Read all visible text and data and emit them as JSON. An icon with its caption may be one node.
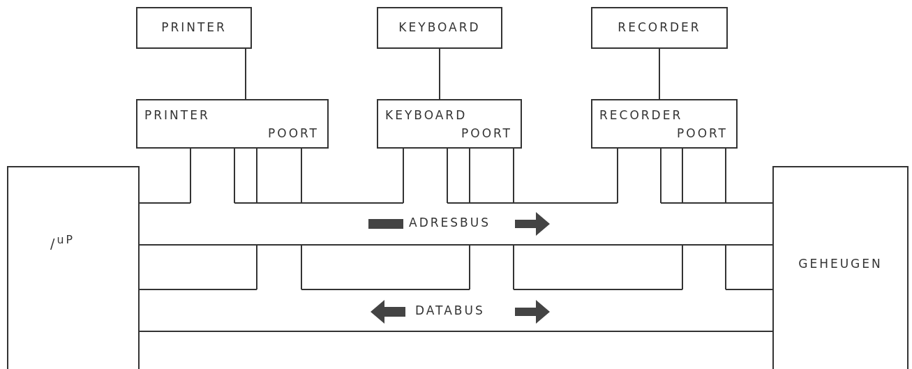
{
  "diagram": {
    "nodes": [
      {
        "text": [
          "PRINTER"
        ]
      },
      {
        "text": [
          "KEYBOARD"
        ]
      },
      {
        "text": [
          "RECORDER"
        ]
      },
      {
        "text": [
          "PRINTER POORT"
        ]
      },
      {
        "text": [
          "KEYBOARD POORT"
        ]
      },
      {
        "text": [
          "RECORDER POORT"
        ]
      },
      {
        "text": [
          "/$^{uP}$"
        ]
      },
      {
        "text": [
          "GEHEUGEN"
        ]
      }
    ],
    "edges": [
      {
        "from": 0,
        "to": 3,
        "arrow": "none"
      },
      {
        "from": 1,
        "to": 4,
        "arrow": "none"
      },
      {
        "from": 2,
        "to": 5,
        "arrow": "none"
      }
    ],
    "labels": [
      "ADRESBUS",
      "DATABUS"
    ]
  }
}
